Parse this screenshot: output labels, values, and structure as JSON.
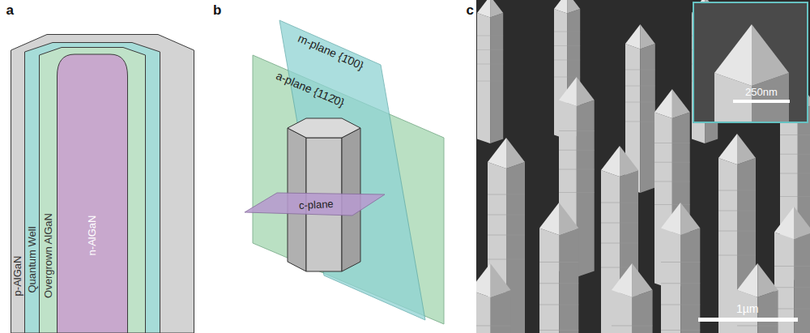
{
  "diagram": {
    "nodes": [
      {
        "text": [
          "p-AlGaN"
        ]
      },
      {
        "text": [
          "Quantum Well"
        ],
        "in": 0
      },
      {
        "text": [
          "Overgrown AlGaN"
        ],
        "in": 1
      },
      {
        "text": [
          "n-AlGaN"
        ],
        "in": 2
      }
    ],
    "labels": [
      "a",
      "b",
      "c",
      "m-plane {1̄00}",
      "a-plane {112̄0}",
      "c-plane",
      "250nm",
      "1µm"
    ]
  }
}
